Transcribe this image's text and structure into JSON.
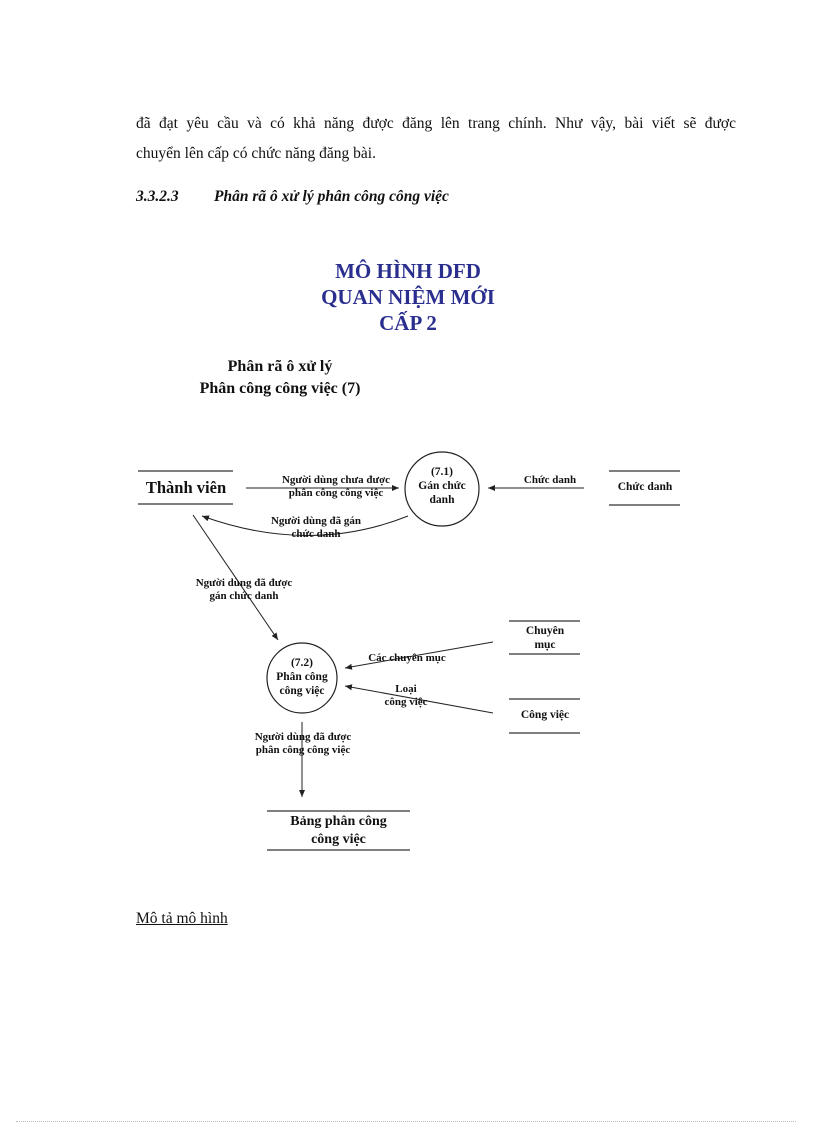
{
  "document": {
    "paragraph_lines": [
      "đã đạt yêu cầu và có khả năng được đăng lên trang chính. Như vậy, bài viết sẽ được",
      "chuyển lên cấp có chức năng đăng bài."
    ],
    "section": {
      "number": "3.3.2.3",
      "title": "Phân rã ô xử lý phân công công việc"
    },
    "description_heading": "Mô tả mô hình"
  },
  "diagram": {
    "title_lines": [
      "MÔ HÌNH DFD",
      "QUAN NIỆM MỚI",
      "CẤP 2"
    ],
    "title_color": "#2a2f8f",
    "subtitle_lines": [
      "Phân rã ô xử lý",
      "Phân công công việc (7)"
    ],
    "entities": {
      "thanh_vien": "Thành viên",
      "chuc_danh": "Chức danh",
      "chuyen_muc": [
        "Chuyên",
        "mục"
      ],
      "cong_viec": "Công việc",
      "bang_phan_cong": [
        "Bảng phân công",
        "công việc"
      ]
    },
    "processes": {
      "p71": {
        "id": "(7.1)",
        "name": [
          "Gán chức",
          "danh"
        ]
      },
      "p72": {
        "id": "(7.2)",
        "name": [
          "Phân công",
          "công việc"
        ]
      }
    },
    "flows": {
      "chua_phan_cong": [
        "Người dùng chưa được",
        "phân công công việc"
      ],
      "da_gan": [
        "Người dùng đã gán",
        "chức danh"
      ],
      "chuc_danh_flow": "Chức danh",
      "da_duoc_gan": [
        "Người dùng đã được",
        "gán chức danh"
      ],
      "cac_chuyen_muc": "Các chuyên mục",
      "loai_cong_viec": [
        "Loại",
        "công việc"
      ],
      "da_phan_cong": [
        "Người dùng đã được",
        "phân công công việc"
      ]
    }
  }
}
